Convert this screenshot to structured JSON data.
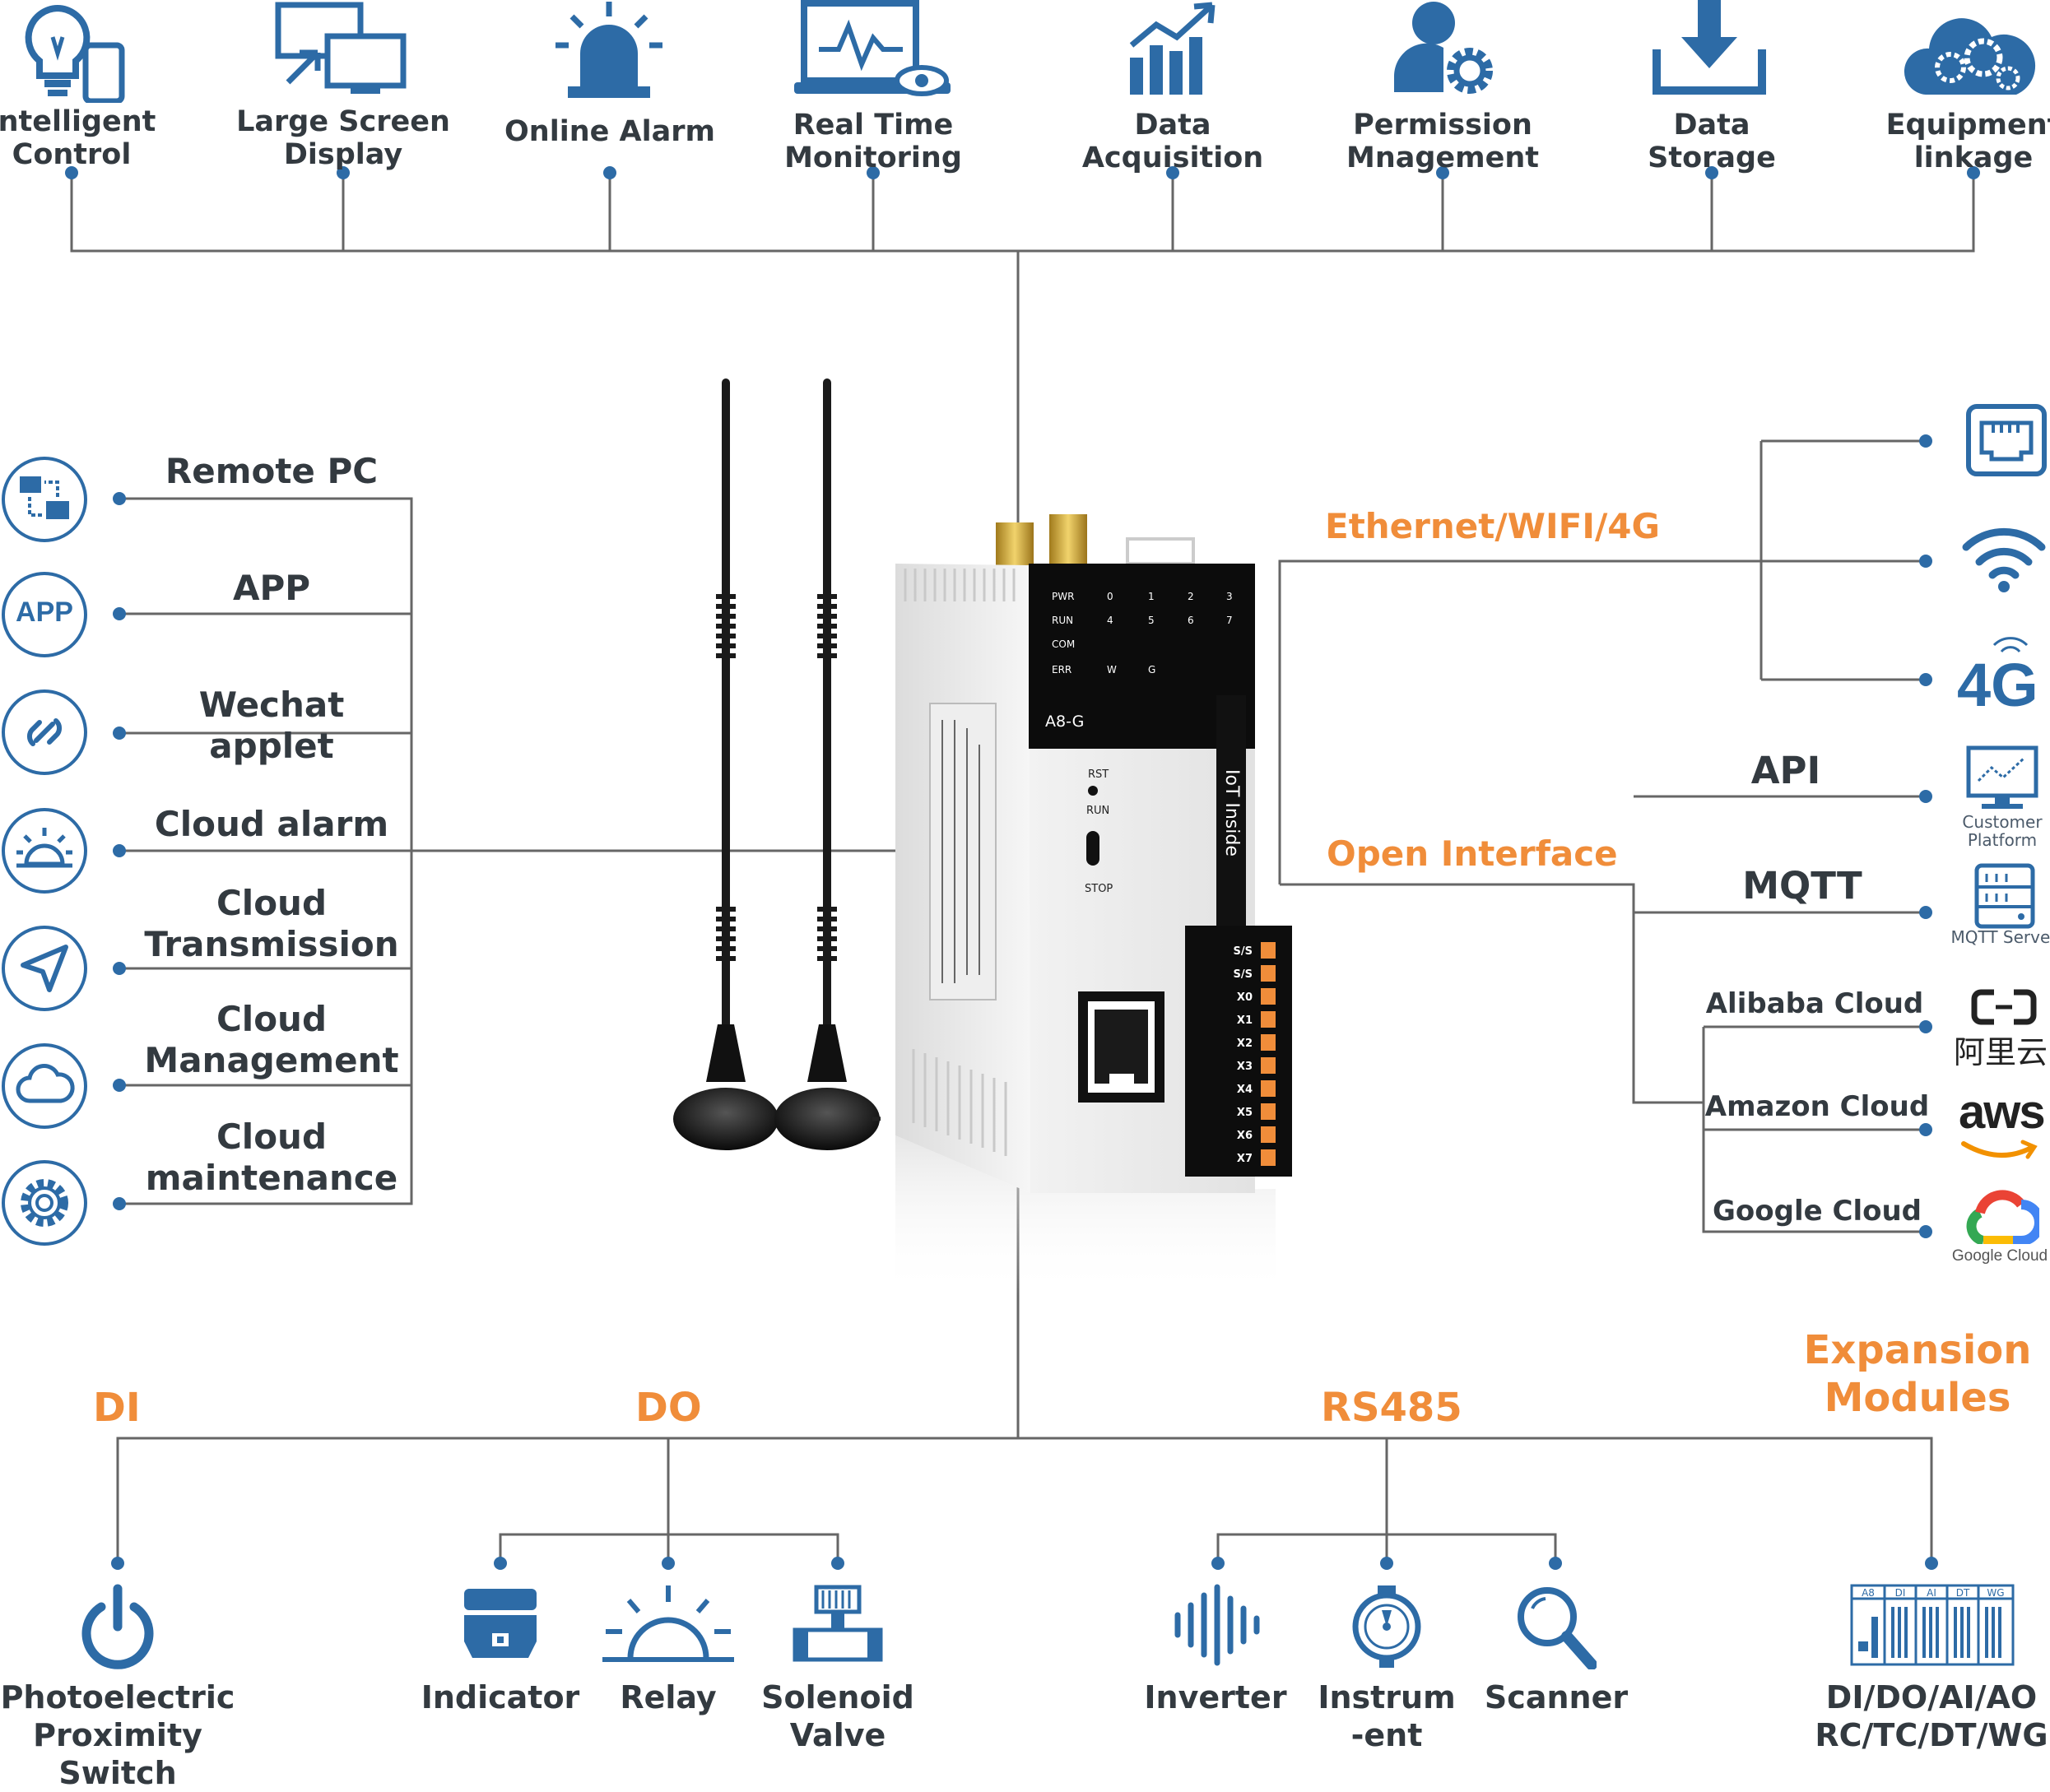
{
  "top_features": [
    {
      "label": "Intelligent\nControl",
      "icon": "bulb-phone-icon"
    },
    {
      "label": "Large Screen\nDisplay",
      "icon": "screens-icon"
    },
    {
      "label": "Online Alarm",
      "icon": "alarm-light-icon"
    },
    {
      "label": "Real Time\nMonitoring",
      "icon": "monitor-eye-icon"
    },
    {
      "label": "Data\nAcquisition",
      "icon": "bar-chart-icon"
    },
    {
      "label": "Permission\nMnagement",
      "icon": "user-gear-icon"
    },
    {
      "label": "Data\nStorage",
      "icon": "download-tray-icon"
    },
    {
      "label": "Equipment\nlinkage",
      "icon": "cloud-gears-icon"
    }
  ],
  "left_services": [
    {
      "label": "Remote PC",
      "icon": "remote-pc-icon"
    },
    {
      "label": "APP",
      "icon": "app-icon"
    },
    {
      "label": "Wechat applet",
      "icon": "link-icon"
    },
    {
      "label": "Cloud alarm",
      "icon": "sunrise-alarm-icon"
    },
    {
      "label": "Cloud\nTransmission",
      "icon": "send-arrow-icon"
    },
    {
      "label": "Cloud\nManagement",
      "icon": "cloud-icon"
    },
    {
      "label": "Cloud\nmaintenance",
      "icon": "gear-icon"
    }
  ],
  "app_icon_text": "APP",
  "device": {
    "model": "A8-G",
    "side_text": "IoT Inside",
    "leds": [
      "PWR",
      "RUN",
      "COM",
      "ERR"
    ],
    "led_cols": [
      "0",
      "1",
      "2",
      "3",
      "4",
      "5",
      "6",
      "7",
      "W",
      "G"
    ],
    "buttons": [
      "RST",
      "RUN",
      "STOP"
    ],
    "terminals": [
      "S/S",
      "S/S",
      "X0",
      "X1",
      "X2",
      "X3",
      "X4",
      "X5",
      "X6",
      "X7"
    ]
  },
  "right": {
    "connectivity_title": "Ethernet/WIFI/4G",
    "fourg_text": "4G",
    "open_interface_title": "Open Interface",
    "interfaces": [
      {
        "label": "API",
        "sub": "Customer\nPlatform",
        "icon": "customer-platform-icon"
      },
      {
        "label": "MQTT",
        "sub": "MQTT\nServer",
        "icon": "mqtt-server-icon"
      }
    ],
    "clouds": [
      {
        "label": "Alibaba Cloud",
        "logo": "阿里云",
        "icon": "alibaba-cloud-icon"
      },
      {
        "label": "Amazon Cloud",
        "logo": "aws",
        "icon": "aws-icon"
      },
      {
        "label": "Google Cloud",
        "logo": "Google Cloud",
        "icon": "google-cloud-icon"
      }
    ]
  },
  "bottom": {
    "di_title": "DI",
    "do_title": "DO",
    "rs485_title": "RS485",
    "expansion_title": "Expansion\nModules",
    "devices": [
      {
        "label": "Photoelectric\nProximity\nSwitch",
        "icon": "power-icon"
      },
      {
        "label": "Indicator",
        "icon": "indicator-icon"
      },
      {
        "label": "Relay",
        "icon": "relay-icon"
      },
      {
        "label": "Solenoid\nValve",
        "icon": "solenoid-valve-icon"
      },
      {
        "label": "Inverter",
        "icon": "inverter-wave-icon"
      },
      {
        "label": "Instrum\n-ent",
        "icon": "gauge-icon"
      },
      {
        "label": "Scanner",
        "icon": "magnifier-icon"
      },
      {
        "label": "DI/DO/AI/AO\nRC/TC/DT/WG",
        "icon": "expansion-rack-icon"
      }
    ],
    "module_tags": [
      "A8",
      "DI",
      "AI",
      "DT",
      "WG"
    ]
  },
  "colors": {
    "line": "#666666",
    "icon_blue": "#2d6ba6",
    "accent_orange": "#f08d3a",
    "text": "#333a40"
  }
}
